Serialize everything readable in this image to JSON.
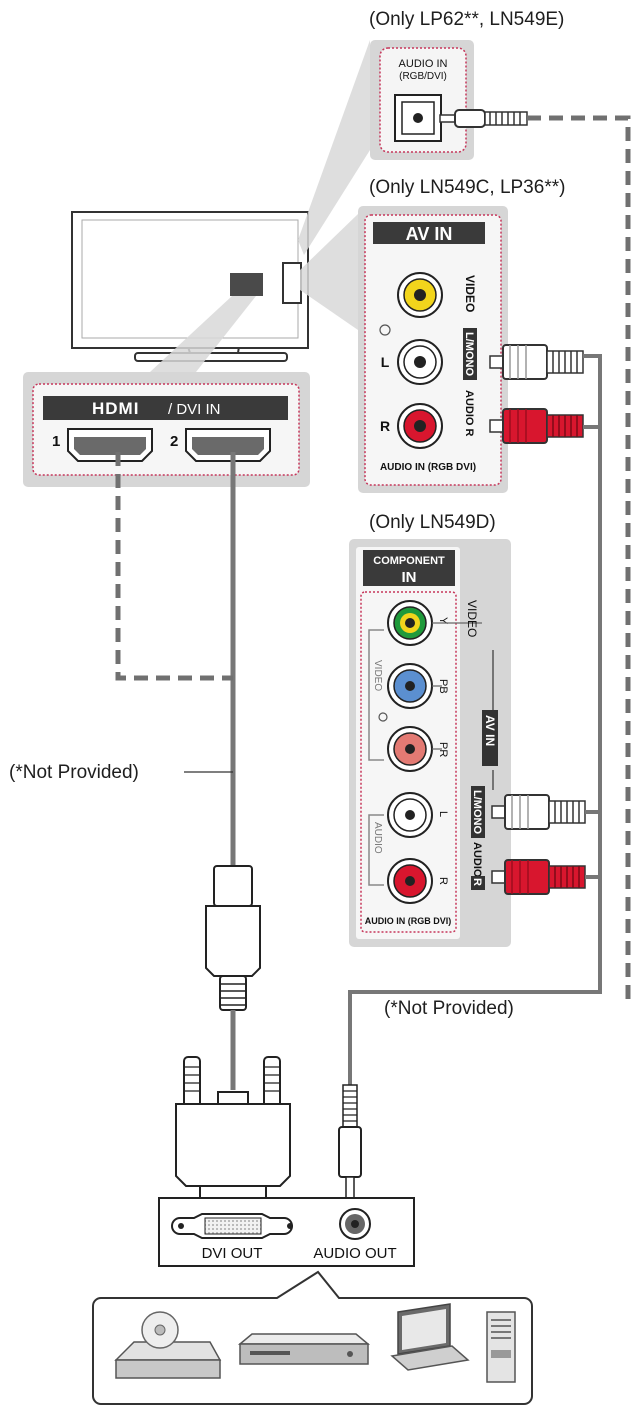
{
  "captions": {
    "only_lp62": "(Only LP62**, LN549E)",
    "only_ln549c": "(Only LN549C, LP36**)",
    "only_ln549d": "(Only LN549D)",
    "not_provided_hdmi": "(*Not Provided)",
    "not_provided_audio": "(*Not Provided)"
  },
  "tv_audio_panel": {
    "label_line1": "AUDIO IN",
    "label_line2": "(RGB/DVI)"
  },
  "av_in_panel": {
    "title": "AV IN",
    "video": "VIDEO",
    "lmono": "L/MONO",
    "audio_r": "AUDIO R",
    "l": "L",
    "r": "R",
    "footer": "AUDIO IN (RGB DVI)"
  },
  "hdmi_panel": {
    "logo": "HDMI",
    "suffix": "/ DVI IN",
    "port1": "1",
    "port2": "2"
  },
  "component_panel": {
    "title_line1": "COMPONENT",
    "title_line2": "IN",
    "y": "Y",
    "pb": "PB",
    "pr": "PR",
    "l": "L",
    "r": "R",
    "video_side": "VIDEO",
    "audio_side": "AUDIO",
    "video_right": "VIDEO",
    "av_in_tag": "AV IN",
    "lmono": "L/MONO",
    "audio": "AUDIO",
    "r_tag": "R",
    "footer": "AUDIO IN (RGB DVI)"
  },
  "source_device": {
    "dvi_out": "DVI OUT",
    "audio_out": "AUDIO OUT"
  },
  "colors": {
    "video_yellow": "#f2d51c",
    "audio_red": "#d8162e",
    "panel_gray": "#d4d4d4",
    "cable_gray": "#777777"
  }
}
